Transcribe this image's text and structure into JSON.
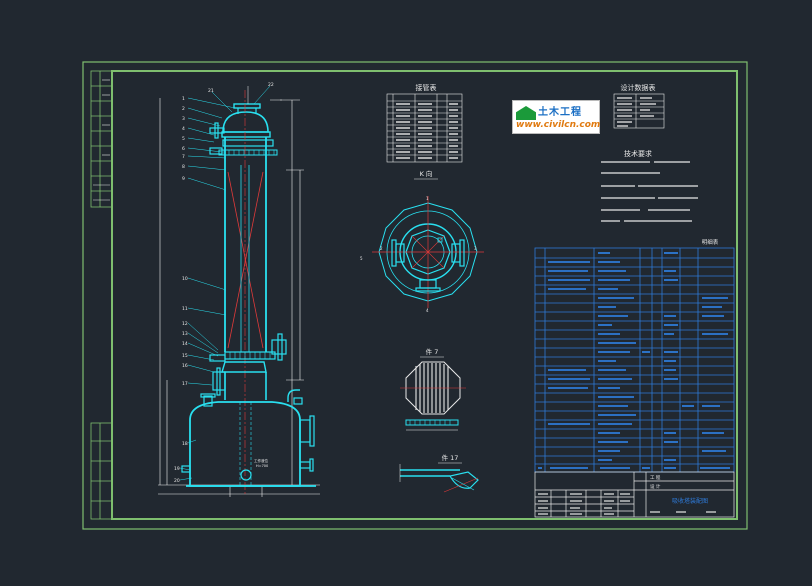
{
  "headers": {
    "nozzle_table": "接管表",
    "design_data": "设计数据表",
    "tech_req": "技术要求",
    "view_k": "K 向",
    "detail_7": "件 7",
    "detail_17": "件 17",
    "bom": "明细表"
  },
  "logo": {
    "name": "土木工程",
    "url": "www.civilcn.com"
  },
  "title_block": {
    "project_label": "工 程",
    "design_stage_label": "设 计",
    "drawing_title": "吸收塔装配图"
  },
  "colors": {
    "background": "#212830",
    "frame": "#7fbf6f",
    "equipment": "#29e0f0",
    "table": "#2e7ad8",
    "centerline": "#e03a3a",
    "text": "#e8e8e8",
    "dimension": "#f0f0f0"
  }
}
